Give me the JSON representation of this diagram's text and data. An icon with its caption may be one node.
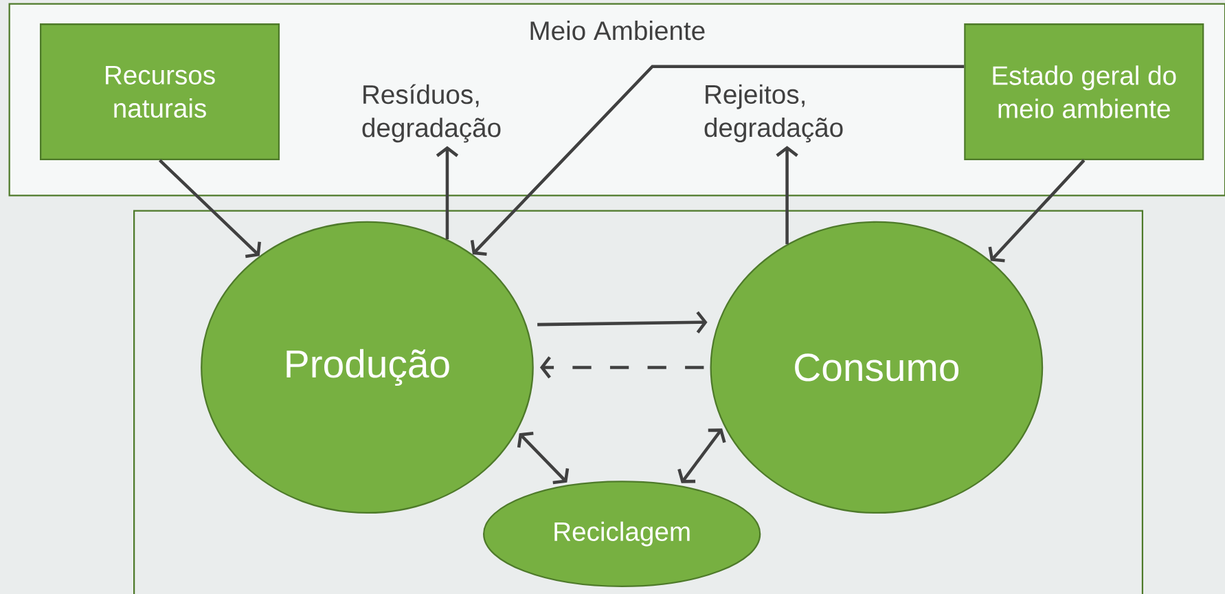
{
  "diagram": {
    "nodes": [
      {
        "text": [
          "Meio Ambiente"
        ]
      },
      {
        "text": [
          "Recursos naturais"
        ],
        "in": 0
      },
      {
        "text": [
          "Resíduos, degradação"
        ],
        "in": 0
      },
      {
        "text": [
          "Rejeitos, degradação"
        ],
        "in": 0
      },
      {
        "text": [
          "Estado geral do meio ambiente"
        ],
        "in": 0
      },
      {
        "text": [],
        "shape": "box"
      },
      {
        "text": [
          "Produção"
        ],
        "in": 5
      },
      {
        "text": [
          "Consumo"
        ],
        "in": 5
      },
      {
        "text": [
          "Reciclagem"
        ],
        "in": 5
      }
    ],
    "edges": [
      {
        "from": 1,
        "to": 6,
        "arrow": "to"
      },
      {
        "from": 6,
        "to": 2,
        "arrow": "to"
      },
      {
        "from": 4,
        "to": 6,
        "arrow": "to"
      },
      {
        "from": 7,
        "to": 3,
        "arrow": "to"
      },
      {
        "from": 4,
        "to": 7,
        "arrow": "to"
      },
      {
        "from": 6,
        "to": 7,
        "arrow": "to"
      },
      {
        "from": 7,
        "to": 6,
        "arrow": "to",
        "style": "dashed"
      },
      {
        "from": 6,
        "to": 8,
        "arrow": "both"
      },
      {
        "from": 8,
        "to": 7,
        "arrow": "both"
      }
    ]
  }
}
